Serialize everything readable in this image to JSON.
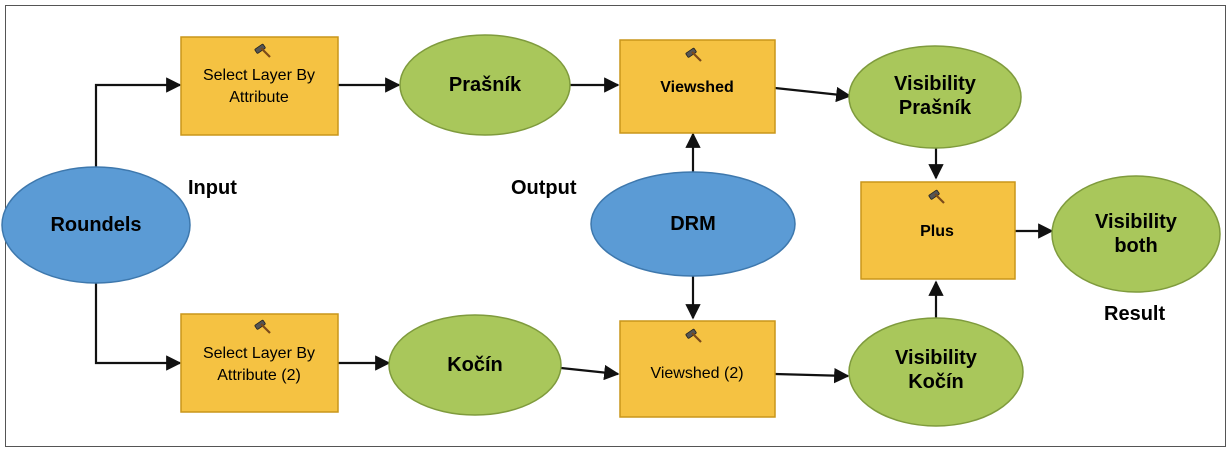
{
  "colors": {
    "data_blue": "#5b9bd5",
    "data_green": "#a9c75b",
    "tool_yellow": "#f5c242",
    "tool_border": "#c9961a",
    "arrow": "#111111"
  },
  "nodes": {
    "roundels": {
      "label": "Roundels"
    },
    "select1": {
      "line1": "Select Layer By",
      "line2": "Attribute"
    },
    "prasnik": {
      "label": "Prašník"
    },
    "viewshed1": {
      "label": "Viewshed"
    },
    "vis_prasnik": {
      "line1": "Visibility",
      "line2": "Prašník"
    },
    "drm": {
      "label": "DRM"
    },
    "plus": {
      "label": "Plus"
    },
    "vis_both": {
      "line1": "Visibility",
      "line2": "both"
    },
    "select2": {
      "line1": "Select Layer By",
      "line2": "Attribute (2)"
    },
    "kocin": {
      "label": "Kočín"
    },
    "viewshed2": {
      "label": "Viewshed (2)"
    },
    "vis_kocin": {
      "line1": "Visibility",
      "line2": "Kočín"
    }
  },
  "annotations": {
    "input": "Input",
    "output": "Output",
    "result": "Result"
  },
  "icons": {
    "tool": "hammer-icon"
  }
}
